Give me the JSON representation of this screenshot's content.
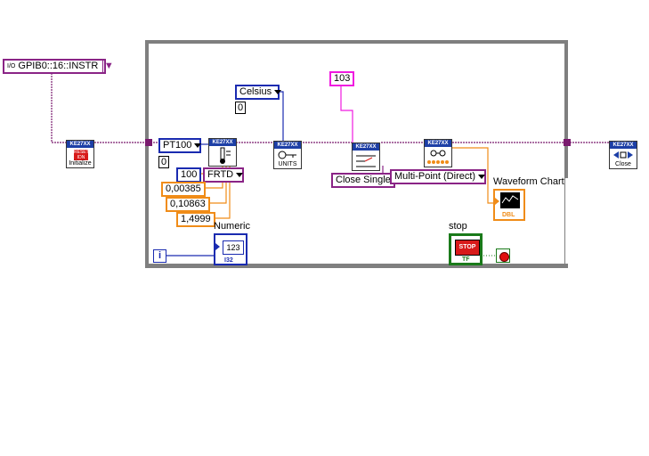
{
  "diagram": {
    "resource": {
      "prefix": "I/O",
      "value": "GPIB0::16::INSTR"
    },
    "rtd_type": {
      "value": "PT100",
      "index": "0"
    },
    "units": {
      "value": "Celsius",
      "index": "0"
    },
    "channel": {
      "value": "103"
    },
    "rtd_function": {
      "value": "FRTD"
    },
    "constants": {
      "resistance": "100",
      "alpha": "0,00385",
      "beta": "0,10863",
      "delta": "1,4999"
    },
    "close_mode": {
      "value": "Close Single"
    },
    "scan_mode": {
      "value": "Multi-Point (Direct)"
    },
    "indicators": {
      "numeric": {
        "label": "Numeric",
        "glyph": "123",
        "type": "I32"
      },
      "chart": {
        "label": "Waveform Chart",
        "type": "DBL"
      },
      "stop": {
        "label": "stop",
        "glyph": "STOP",
        "type": "TF"
      }
    },
    "iteration": {
      "glyph": "i"
    },
    "subvis": {
      "brand": "KE27XX",
      "initialize": {
        "caption": "Initialize",
        "glyph": "RESET IDN"
      },
      "units": {
        "caption": "UNITS"
      },
      "close": {
        "caption": "Close"
      }
    }
  },
  "colors": {
    "wire_instr": "#7a1a6e",
    "wire_enum": "#1a2bb0",
    "wire_float": "#f08c18",
    "wire_string": "#f01ae0",
    "wire_bool": "#1a7a1a",
    "loop_border": "#7f7f7f"
  }
}
